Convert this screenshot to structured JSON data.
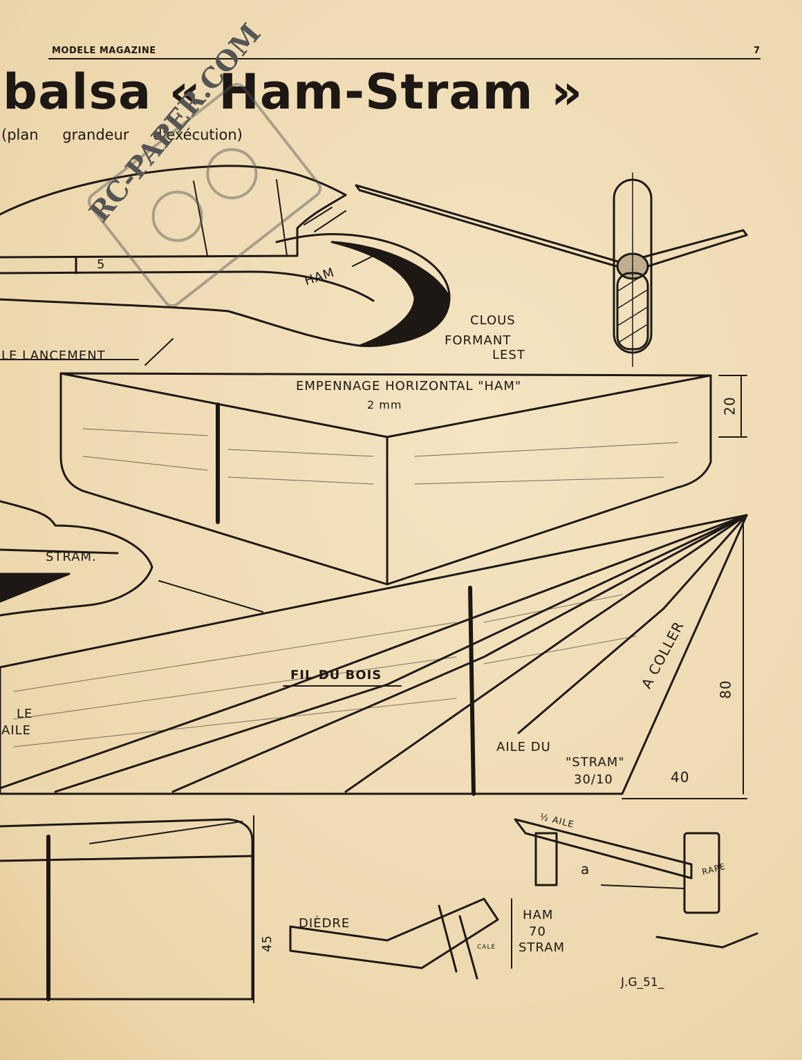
{
  "header": {
    "magazine": "MODELE MAGAZINE",
    "page_number": "7"
  },
  "title": "balsa « Ham-Stram »",
  "subtitle": "(plan grandeur d'exécution)",
  "watermark": "RC-PAPER.COM",
  "labels": {
    "dim_5": "5",
    "ham_side": "HAM",
    "clous": "CLOUS",
    "formant": "FORMANT",
    "lest": "LEST",
    "lancement": "LE LANCEMENT",
    "empennage": "EMPENNAGE HORIZONTAL \"HAM\"",
    "empennage_thickness": "2 mm",
    "dim_20": "20",
    "stram_side": "STRAM.",
    "fil_du_bois": "FIL DU BOIS",
    "a_coller": "A COLLER",
    "dim_80": "80",
    "le": "LE",
    "aile_partial": "AILE",
    "aile_du": "AILE DU",
    "stram_q": "\"STRAM\"",
    "thickness_30_10": "30/10",
    "dim_40": "40",
    "half_aile": "½ AILE",
    "cale_a": "a",
    "rape": "RAPE",
    "diedre": "DIÈDRE",
    "ham": "HAM",
    "dim_70": "70",
    "stram": "STRAM",
    "cale": "CALE",
    "dim_45": "45",
    "signature": "J.G_51_"
  },
  "colors": {
    "paper": "#f1dfb9",
    "ink": "#1d1813"
  }
}
